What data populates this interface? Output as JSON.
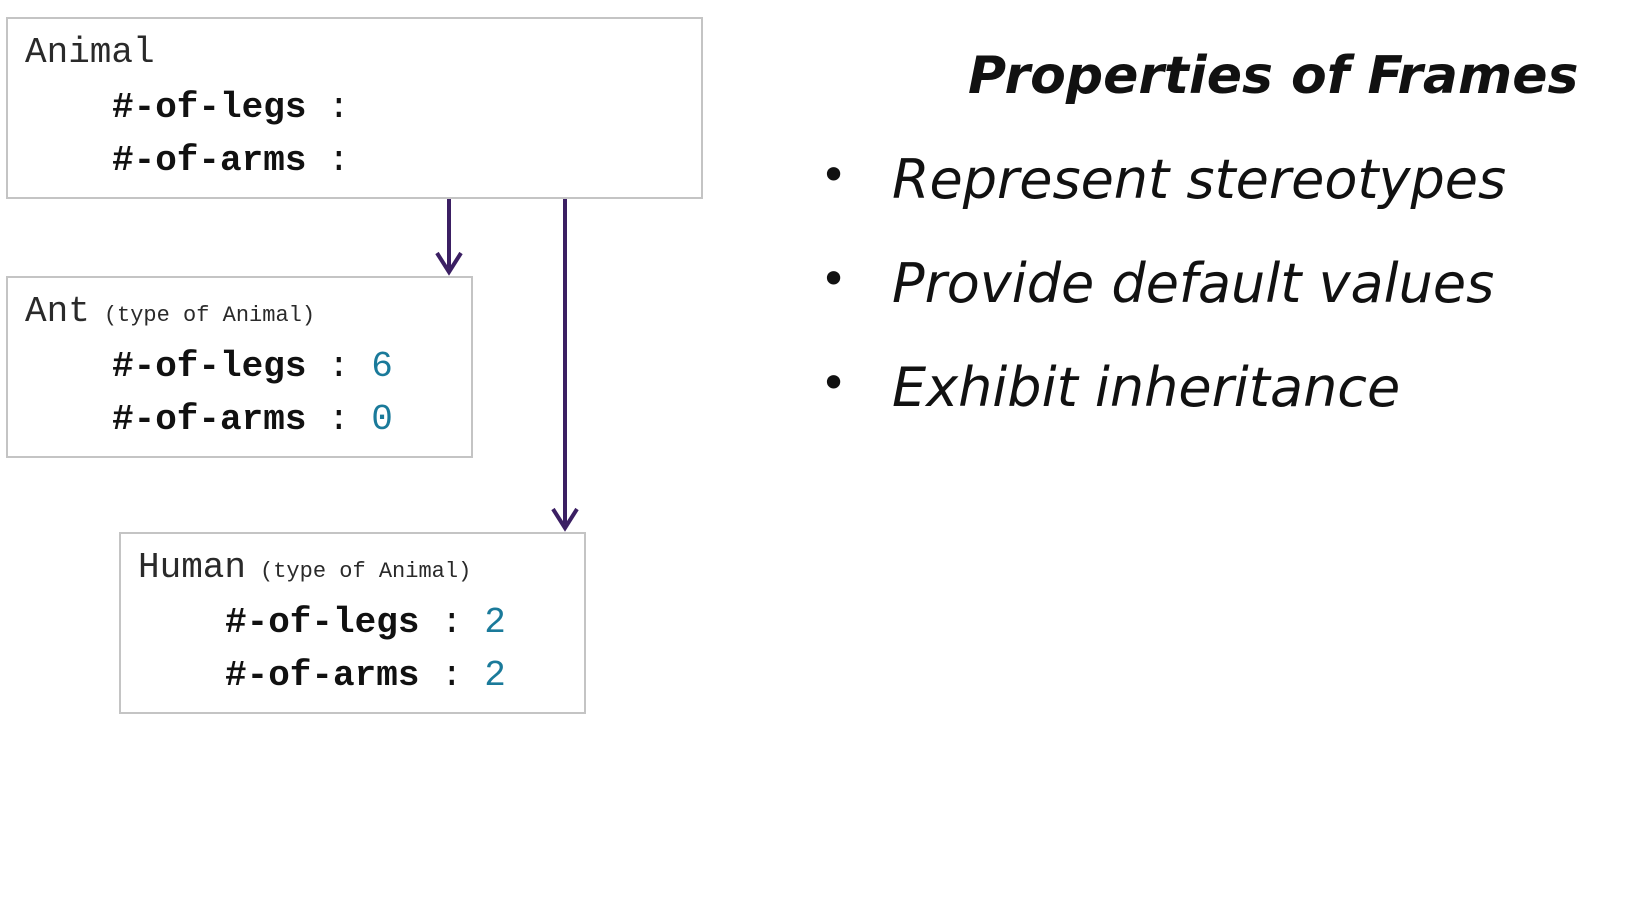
{
  "title": "Properties of Frames",
  "bullets": [
    "Represent stereotypes",
    "Provide default values",
    "Exhibit inheritance"
  ],
  "frames": {
    "animal": {
      "name": "Animal",
      "subtitle": "",
      "slots": [
        {
          "name": "#-of-legs",
          "sep": ":",
          "value": ""
        },
        {
          "name": "#-of-arms",
          "sep": ":",
          "value": ""
        }
      ]
    },
    "ant": {
      "name": "Ant",
      "subtitle": "(type of Animal)",
      "slots": [
        {
          "name": "#-of-legs",
          "sep": ":",
          "value": "6"
        },
        {
          "name": "#-of-arms",
          "sep": ":",
          "value": "0"
        }
      ]
    },
    "human": {
      "name": "Human",
      "subtitle": "(type of Animal)",
      "slots": [
        {
          "name": "#-of-legs",
          "sep": ":",
          "value": "2"
        },
        {
          "name": "#-of-arms",
          "sep": ":",
          "value": "2"
        }
      ]
    }
  },
  "colors": {
    "arrow": "#3b1f63",
    "value": "#1a7a9a",
    "border": "#c4c4c4"
  }
}
